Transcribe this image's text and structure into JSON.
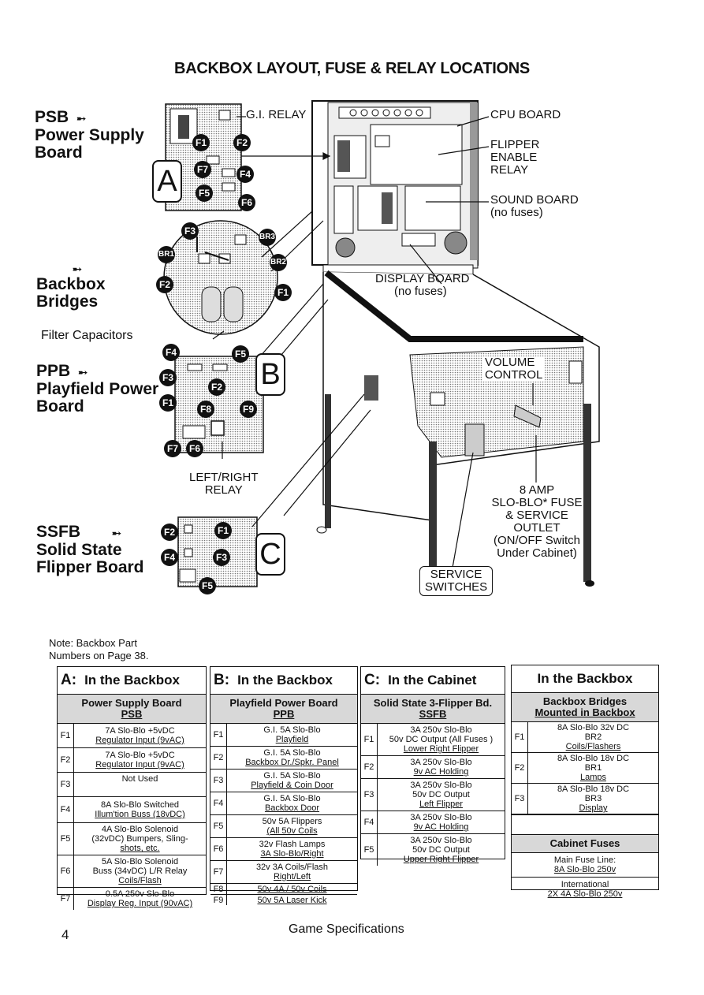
{
  "title": "BACKBOX LAYOUT, FUSE & RELAY LOCATIONS",
  "sections": {
    "psb": {
      "abbr": "PSB",
      "name_l1": "Power Supply",
      "name_l2": "Board"
    },
    "bridges": {
      "name_l1": "Backbox",
      "name_l2": "Bridges"
    },
    "filter": "Filter Capacitors",
    "ppb": {
      "abbr": "PPB",
      "name_l1": "Playfield Power",
      "name_l2": "Board"
    },
    "ssfb": {
      "abbr": "SSFB",
      "name_l1": "Solid State",
      "name_l2": "Flipper Board"
    }
  },
  "arrow": "➸",
  "board_letters": {
    "a": "A",
    "b": "B",
    "c": "C"
  },
  "fuse_labels": {
    "psb": [
      "F1",
      "F2",
      "F7",
      "F4",
      "F5",
      "F6"
    ],
    "bridges": [
      "F3",
      "BR3",
      "BR1",
      "BR2",
      "F2",
      "F1"
    ],
    "ppb": [
      "F4",
      "F5",
      "F3",
      "F2",
      "F1",
      "F8",
      "F9",
      "F7",
      "F6"
    ],
    "ssfb": [
      "F2",
      "F1",
      "F4",
      "F3",
      "F5"
    ]
  },
  "callouts": {
    "gi_relay": "G.I. RELAY",
    "cpu_board": "CPU BOARD",
    "flipper_l1": "FLIPPER",
    "flipper_l2": "ENABLE",
    "flipper_l3": "RELAY",
    "sound_l1": "SOUND BOARD",
    "sound_l2": "(no fuses)",
    "display_l1": "DISPLAY BOARD",
    "display_l2": "(no fuses)",
    "volume_l1": "VOLUME",
    "volume_l2": "CONTROL",
    "lr_relay_l1": "LEFT/RIGHT",
    "lr_relay_l2": "RELAY",
    "amp_l1": "8 AMP",
    "amp_l2": "SLO-BLO* FUSE",
    "amp_l3": "& SERVICE",
    "amp_l4": "OUTLET",
    "amp_l5": "(ON/OFF Switch",
    "amp_l6": "Under Cabinet)",
    "service_l1": "SERVICE",
    "service_l2": "SWITCHES"
  },
  "note_l1": "Note: Backbox Part",
  "note_l2": "Numbers on Page 38.",
  "table_a": {
    "key": "A:",
    "title": "In the Backbox",
    "sub_l1": "Power Supply Board",
    "sub_l2": "PSB",
    "rows": [
      {
        "f": "F1",
        "l1": "7A Slo-Blo +5vDC",
        "l2": "Regulator Input (9vAC)",
        "l3": ""
      },
      {
        "f": "F2",
        "l1": "7A Slo-Blo +5vDC",
        "l2": "Regulator Input (9vAC)",
        "l3": ""
      },
      {
        "f": "F3",
        "l1": "Not Used",
        "l2": "",
        "l3": ""
      },
      {
        "f": "F4",
        "l1": "8A Slo-Blo Switched",
        "l2": "Illum'tion Buss (18vDC)",
        "l3": ""
      },
      {
        "f": "F5",
        "l1": "4A Slo-Blo Solenoid",
        "l2": "(32vDC) Bumpers, Sling-",
        "l3": "shots, etc."
      },
      {
        "f": "F6",
        "l1": "5A Slo-Blo Solenoid",
        "l2": "Buss (34vDC) L/R Relay",
        "l3": "Coils/Flash"
      },
      {
        "f": "F7",
        "l1": "0.5A 250v Slo-Blo",
        "l2": "Display Reg. Input (90vAC)",
        "l3": ""
      }
    ]
  },
  "table_b": {
    "key": "B:",
    "title": "In the Backbox",
    "sub_l1": "Playfield Power Board",
    "sub_l2": "PPB",
    "rows": [
      {
        "f": "F1",
        "l1": "G.I. 5A Slo-Blo",
        "l2": "Playfield"
      },
      {
        "f": "F2",
        "l1": "G.I. 5A Slo-Blo",
        "l2": "Backbox Dr./Spkr. Panel"
      },
      {
        "f": "F3",
        "l1": "G.I. 5A Slo-Blo",
        "l2": "Playfield & Coin Door"
      },
      {
        "f": "F4",
        "l1": "G.I. 5A Slo-Blo",
        "l2": "Backbox Door"
      },
      {
        "f": "F5",
        "l1": "50v 5A Flippers",
        "l2": "(All 50v Coils"
      },
      {
        "f": "F6",
        "l1": "32v Flash Lamps",
        "l2": "3A Slo-Blo/Right"
      },
      {
        "f": "F7",
        "l1": "32v 3A Coils/Flash",
        "l2": "Right/Left"
      },
      {
        "f": "F8",
        "l1": "50v 4A / 50v Coils",
        "l2": ""
      },
      {
        "f": "F9",
        "l1": "50v 5A Laser Kick",
        "l2": ""
      }
    ]
  },
  "table_c": {
    "key": "C:",
    "title": "In the Cabinet",
    "sub_l1": "Solid State 3-Flipper Bd.",
    "sub_l2": "SSFB",
    "rows": [
      {
        "f": "F1",
        "l1": "3A 250v Slo-Blo",
        "l2": "50v DC Output (All Fuses )",
        "l3": "Lower Right Flipper"
      },
      {
        "f": "F2",
        "l1": "3A 250v Slo-Blo",
        "l2": "9v AC Holding",
        "l3": ""
      },
      {
        "f": "F3",
        "l1": "3A 250v Slo-Blo",
        "l2": "50v DC Output",
        "l3": "Left Flipper"
      },
      {
        "f": "F4",
        "l1": "3A 250v Slo-Blo",
        "l2": "9v AC Holding",
        "l3": ""
      },
      {
        "f": "F5",
        "l1": "3A 250v Slo-Blo",
        "l2": "50v DC Output",
        "l3": "Upper Right Flipper"
      }
    ]
  },
  "table_d": {
    "title": "In the Backbox",
    "sub_l1": "Backbox Bridges",
    "sub_l2": "Mounted in Backbox",
    "rows": [
      {
        "f": "F1",
        "l1": "8A Slo-Blo 32v DC",
        "l2": "BR2",
        "l3": "Coils/Flashers"
      },
      {
        "f": "F2",
        "l1": "8A Slo-Blo 18v DC",
        "l2": "BR1",
        "l3": "Lamps"
      },
      {
        "f": "F3",
        "l1": "8A Slo-Blo 18v DC",
        "l2": "BR3",
        "l3": "Display"
      }
    ],
    "cab_title": "Cabinet Fuses",
    "cab_l1": "Main Fuse Line:",
    "cab_l2": "8A Slo-Blo 250v",
    "cab_l3": "International",
    "cab_l4": "2X 4A Slo-Blo 250v"
  },
  "footer": {
    "page": "4",
    "title": "Game Specifications"
  }
}
